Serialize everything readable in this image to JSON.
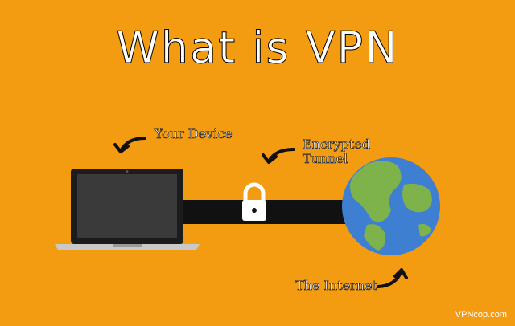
{
  "title": "What is VPN",
  "labels": {
    "device": "Your Device",
    "tunnel_line1": "Encrypted",
    "tunnel_line2": "Tunnel",
    "internet": "The Internet"
  },
  "brand": "VPNcop.com",
  "colors": {
    "background": "#F39C12",
    "tunnel": "#111111",
    "globe_ocean": "#3F7FD1",
    "globe_land": "#7DB34A",
    "text": "#FFFFFF"
  },
  "icons": [
    "laptop-icon",
    "padlock-icon",
    "globe-icon",
    "curved-arrow-icon"
  ]
}
